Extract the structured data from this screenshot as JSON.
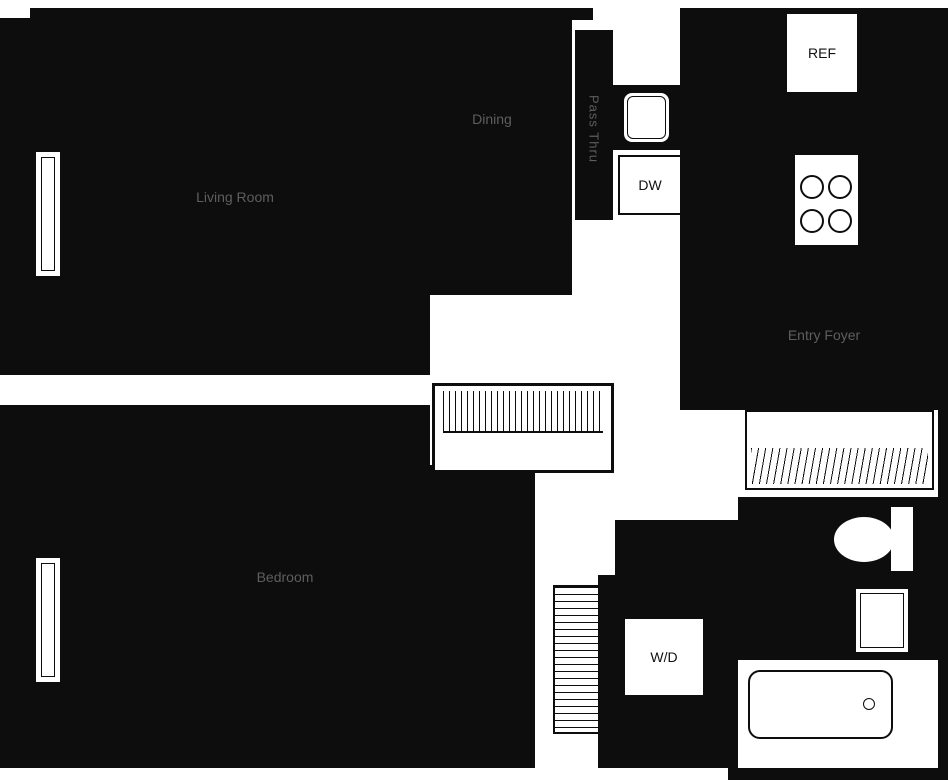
{
  "colors": {
    "background": "#ffffff",
    "wall": "#0d0d0d",
    "room_label": "#5e5e5e",
    "fixture_label": "#111111"
  },
  "rooms": {
    "living_room": "Living Room",
    "dining": "Dining",
    "pass_thru": "Pass Thru",
    "entry_foyer": "Entry Foyer",
    "bedroom": "Bedroom"
  },
  "fixtures": {
    "refrigerator": "REF",
    "dishwasher": "DW",
    "washer_dryer": "W/D"
  }
}
